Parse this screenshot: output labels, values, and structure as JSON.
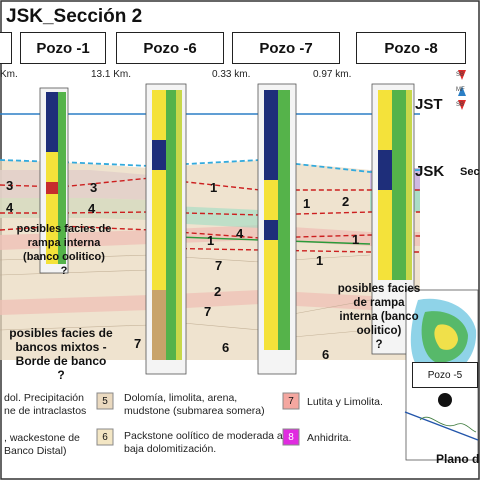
{
  "title": "JSK_Sección 2",
  "wells": [
    "Pozo -1",
    "Pozo -6",
    "Pozo -7",
    "Pozo -8"
  ],
  "distances": [
    "Km.",
    "13.1 Km.",
    "0.33 km.",
    "0.97 km."
  ],
  "surfaces": {
    "jst": "JST",
    "jsk": "JSK"
  },
  "right_cut_label": "Sec",
  "right_tiny_labels": [
    "SB",
    "MF",
    "SB"
  ],
  "sequence_numbers": {
    "left": [
      "3",
      "4"
    ],
    "pozo1_right": [
      "3",
      "4"
    ],
    "mid1": [
      "1",
      "1",
      "7",
      "2",
      "7",
      "6"
    ],
    "pozo6_right": [
      "7"
    ],
    "mid2": [
      "4",
      "1",
      "1",
      "6"
    ],
    "pozo8_left": [
      "2",
      "1"
    ]
  },
  "notes": {
    "rampa_1": [
      "posibles facies de",
      "rampa interna",
      "(banco oolitico)",
      "?"
    ],
    "bancos": [
      "posibles facies de",
      "bancos mixtos -",
      "Borde de banco",
      "?"
    ],
    "rampa_2": [
      "posibles facies",
      "de rampa",
      "interna (banco",
      "oolitico)",
      "?"
    ]
  },
  "legend": [
    {
      "num": "",
      "lines": [
        "dol. Precipitación",
        "ne de intraclastos"
      ]
    },
    {
      "num": "5",
      "lines": [
        "Dolomía, limolita,  arena,",
        "mudstone  (submarea somera)"
      ]
    },
    {
      "num": "7",
      "lines": [
        "Lutita y Limolita."
      ]
    },
    {
      "num": "",
      "lines": [
        ", wackestone de",
        "Banco Distal)"
      ]
    },
    {
      "num": "6",
      "lines": [
        "Packstone oolítico de moderada a",
        "baja dolomitización."
      ]
    },
    {
      "num": "8",
      "lines": [
        "Anhidrita."
      ]
    }
  ],
  "map": {
    "well_label": "Pozo -5",
    "caption": "Plano d"
  },
  "colors": {
    "jst_line": "#2b7fc6",
    "jsk_line": "#33aadd",
    "marker_red": "#cc1f1f",
    "facies_purple": "#c9b2e6",
    "facies_green": "#9fdcc3",
    "facies_tan": "#ead9bf",
    "facies_pink": "#efc0b6",
    "well_yellow": "#f4e23a",
    "legend_pink": "#f4a7a0",
    "legend_magenta": "#e02be0"
  }
}
